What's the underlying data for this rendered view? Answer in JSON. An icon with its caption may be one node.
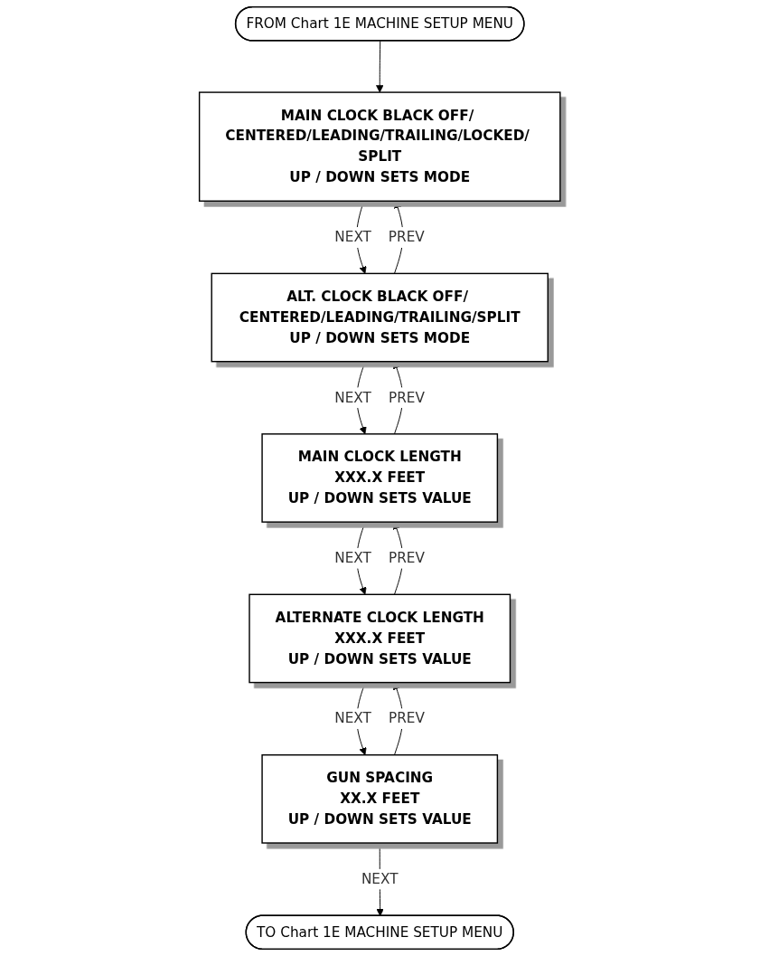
{
  "diagram": {
    "nodes": [
      {
        "text": [
          "FROM Chart 1E MACHINE SETUP MENU"
        ]
      },
      {
        "text": [
          "MAIN CLOCK BLACK OFF/ CENTERED/LEADING/TRAILING/LOCKED/ SPLIT",
          "UP / DOWN SETS MODE"
        ]
      },
      {
        "text": [
          "ALT. CLOCK BLACK OFF/ CENTERED/LEADING/TRAILING/SPLIT",
          "UP / DOWN SETS MODE"
        ]
      },
      {
        "text": [
          "MAIN CLOCK LENGTH",
          "XXX.X FEET",
          "UP / DOWN SETS VALUE"
        ]
      },
      {
        "text": [
          "ALTERNATE CLOCK LENGTH",
          "XXX.X FEET",
          "UP / DOWN SETS VALUE"
        ]
      },
      {
        "text": [
          "GUN SPACING",
          "XX.X FEET",
          "UP / DOWN SETS VALUE"
        ]
      },
      {
        "text": [
          "TO Chart 1E MACHINE SETUP MENU"
        ]
      }
    ],
    "edges": [
      {
        "from": 0,
        "to": 1,
        "arrow": "to"
      },
      {
        "from": 1,
        "to": 2,
        "arrow": "to",
        "label": "NEXT"
      },
      {
        "from": 2,
        "to": 1,
        "arrow": "to",
        "label": "PREV"
      },
      {
        "from": 2,
        "to": 3,
        "arrow": "to",
        "label": "NEXT"
      },
      {
        "from": 3,
        "to": 2,
        "arrow": "to",
        "label": "PREV"
      },
      {
        "from": 3,
        "to": 4,
        "arrow": "to",
        "label": "NEXT"
      },
      {
        "from": 4,
        "to": 3,
        "arrow": "to",
        "label": "PREV"
      },
      {
        "from": 4,
        "to": 5,
        "arrow": "to",
        "label": "NEXT"
      },
      {
        "from": 5,
        "to": 4,
        "arrow": "to",
        "label": "PREV"
      },
      {
        "from": 5,
        "to": 6,
        "arrow": "to",
        "label": "NEXT"
      }
    ]
  }
}
